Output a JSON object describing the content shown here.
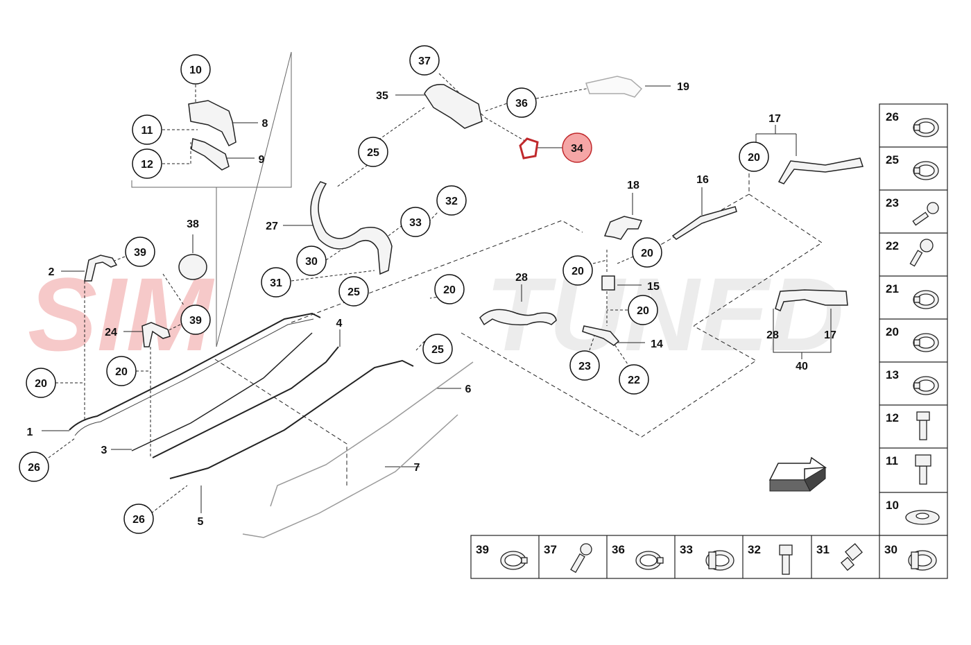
{
  "watermark": {
    "left": "SIM",
    "right": "TUNED"
  },
  "colors": {
    "line": "#111111",
    "highlight_fill": "#f5a6a6",
    "highlight_stroke": "#c0282b",
    "watermark": "#f6c9c9"
  },
  "callouts": [
    {
      "id": "c10",
      "text": "10",
      "hl": false
    },
    {
      "id": "c11",
      "text": "11",
      "hl": false
    },
    {
      "id": "c12",
      "text": "12",
      "hl": false
    },
    {
      "id": "c37",
      "text": "37",
      "hl": false
    },
    {
      "id": "c36",
      "text": "36",
      "hl": false
    },
    {
      "id": "c34",
      "text": "34",
      "hl": true
    },
    {
      "id": "c25a",
      "text": "25",
      "hl": false
    },
    {
      "id": "c32",
      "text": "32",
      "hl": false
    },
    {
      "id": "c33",
      "text": "33",
      "hl": false
    },
    {
      "id": "c30",
      "text": "30",
      "hl": false
    },
    {
      "id": "c31",
      "text": "31",
      "hl": false
    },
    {
      "id": "c25b",
      "text": "25",
      "hl": false
    },
    {
      "id": "c39a",
      "text": "39",
      "hl": false
    },
    {
      "id": "c39b",
      "text": "39",
      "hl": false
    },
    {
      "id": "c20a",
      "text": "20",
      "hl": false
    },
    {
      "id": "c20b",
      "text": "20",
      "hl": false
    },
    {
      "id": "c26a",
      "text": "26",
      "hl": false
    },
    {
      "id": "c26b",
      "text": "26",
      "hl": false
    },
    {
      "id": "c20c",
      "text": "20",
      "hl": false
    },
    {
      "id": "c25c",
      "text": "25",
      "hl": false
    },
    {
      "id": "c20d",
      "text": "20",
      "hl": false
    },
    {
      "id": "c20e",
      "text": "20",
      "hl": false
    },
    {
      "id": "c20f",
      "text": "20",
      "hl": false
    },
    {
      "id": "c20g",
      "text": "20",
      "hl": false
    },
    {
      "id": "c23",
      "text": "23",
      "hl": false
    },
    {
      "id": "c22",
      "text": "22",
      "hl": false
    }
  ],
  "labels": [
    {
      "id": "l8",
      "text": "8"
    },
    {
      "id": "l9",
      "text": "9"
    },
    {
      "id": "l35",
      "text": "35"
    },
    {
      "id": "l19",
      "text": "19"
    },
    {
      "id": "l17",
      "text": "17"
    },
    {
      "id": "l38",
      "text": "38"
    },
    {
      "id": "l2",
      "text": "2"
    },
    {
      "id": "l27",
      "text": "27"
    },
    {
      "id": "l18",
      "text": "18"
    },
    {
      "id": "l16",
      "text": "16"
    },
    {
      "id": "l28a",
      "text": "28"
    },
    {
      "id": "l15",
      "text": "15"
    },
    {
      "id": "l24",
      "text": "24"
    },
    {
      "id": "l4",
      "text": "4"
    },
    {
      "id": "l14",
      "text": "14"
    },
    {
      "id": "l28b",
      "text": "28"
    },
    {
      "id": "l17b",
      "text": "17"
    },
    {
      "id": "l40",
      "text": "40"
    },
    {
      "id": "l6",
      "text": "6"
    },
    {
      "id": "l1",
      "text": "1"
    },
    {
      "id": "l3",
      "text": "3"
    },
    {
      "id": "l7",
      "text": "7"
    },
    {
      "id": "l5",
      "text": "5"
    }
  ],
  "legend_right": [
    "26",
    "25",
    "23",
    "22",
    "21",
    "20",
    "13",
    "12",
    "11",
    "10"
  ],
  "legend_bottom": [
    "39",
    "37",
    "36",
    "33",
    "32",
    "31",
    "30"
  ]
}
